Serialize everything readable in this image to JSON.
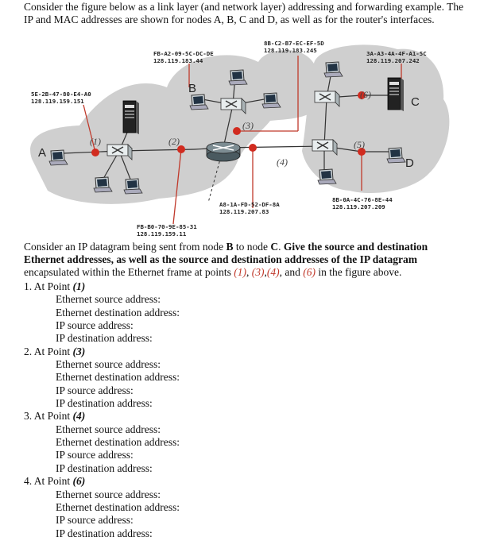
{
  "intro_text": "Consider the figure below as a link layer (and network layer) addressing and forwarding example. The IP and MAC addresses are shown for nodes A, B, C and D, as well as for the router's interfaces.",
  "diagram": {
    "nodes": {
      "A": "A",
      "B": "B",
      "C": "C",
      "D": "D"
    },
    "points": {
      "p1": "(1)",
      "p2": "(2)",
      "p3": "(3)",
      "p4": "(4)",
      "p5": "(5)",
      "p6": "(6)"
    },
    "addresses": {
      "A": {
        "mac": "5E-2B-47-80-E4-A0",
        "ip": "128.119.159.151"
      },
      "B": {
        "mac": "FB-A2-09-5C-DC-DE",
        "ip": "128.119.183.44"
      },
      "r3": {
        "mac": "8B-C2-B7-EC-EF-5D",
        "ip": "128.119.183.245"
      },
      "C": {
        "mac": "3A-A3-4A-4F-A1-5C",
        "ip": "128.119.207.242"
      },
      "r4": {
        "mac": "A8-1A-FD-52-DF-8A",
        "ip": "128.119.207.83"
      },
      "D": {
        "mac": "8B-0A-4C-76-8E-44",
        "ip": "128.119.207.209"
      },
      "r2": {
        "mac": "FB-B0-70-9E-85-31",
        "ip": "128.119.159.11"
      }
    }
  },
  "question": {
    "pre": "Consider an IP datagram being sent from node ",
    "node_from": "B",
    "mid1": " to node ",
    "node_to": "C",
    "mid2": ". ",
    "bold": "Give the source and destination Ethernet addresses, as well as the source and destination addresses of the IP datagram",
    "post": " encapsulated within the Ethernet frame at points ",
    "pt1": "(1)",
    "sep1": ", ",
    "pt2": "(3)",
    "sep2": ",",
    "pt3": "(4)",
    "sep3": ", and ",
    "pt4": "(6)",
    "end": " in the figure above."
  },
  "items": [
    {
      "label": "1. At Point ",
      "point": "(1)"
    },
    {
      "label": "2. At Point ",
      "point": "(3)"
    },
    {
      "label": "3. At Point ",
      "point": "(4)"
    },
    {
      "label": "4. At Point ",
      "point": "(6)"
    }
  ],
  "fields": {
    "eth_src": "Ethernet source address:",
    "eth_dst": "Ethernet destination address:",
    "ip_src": "IP source address:",
    "ip_dst": "IP destination address:"
  }
}
